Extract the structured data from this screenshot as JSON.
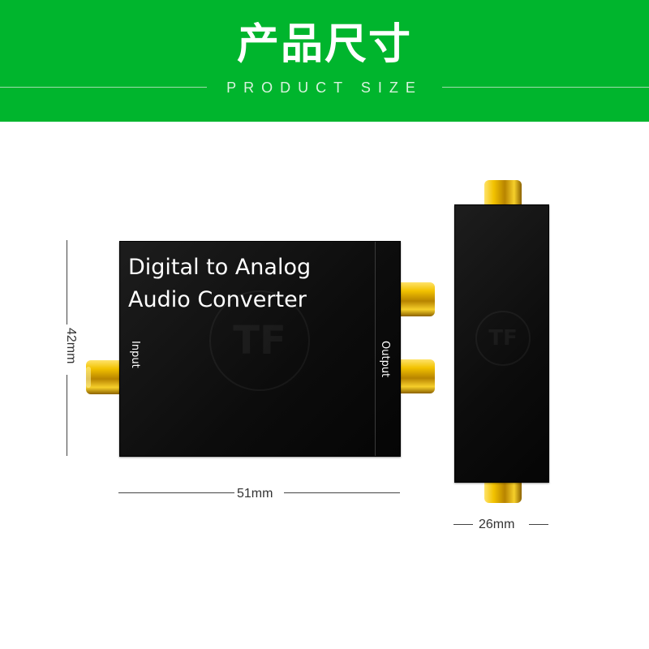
{
  "header": {
    "title": "产品尺寸",
    "subtitle": "PRODUCT SIZE"
  },
  "front_view": {
    "title_line1": "Digital to Analog",
    "title_line2": "Audio Converter",
    "input_label": "Input",
    "output_label": "Output"
  },
  "dimensions": {
    "height": "42mm",
    "width": "51mm",
    "depth": "26mm"
  },
  "colors": {
    "banner": "#00b52d",
    "device": "#111111",
    "connector_gold": "#e0b000"
  }
}
